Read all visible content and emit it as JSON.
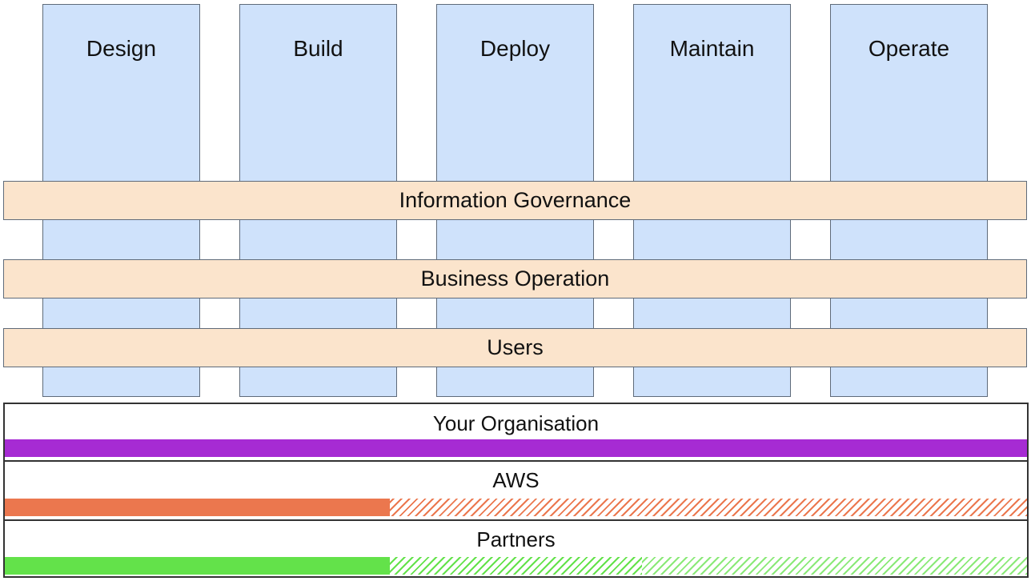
{
  "lifecycle": {
    "stages": [
      "Design",
      "Build",
      "Deploy",
      "Maintain",
      "Operate"
    ]
  },
  "layers": {
    "items": [
      "Information Governance",
      "Business Operation",
      "Users"
    ]
  },
  "responsibility": {
    "rows": [
      {
        "label": "Your Organisation",
        "color": "#a62bd3",
        "segments": [
          {
            "from": 0,
            "to": 1,
            "fill": "solid"
          }
        ]
      },
      {
        "label": "AWS",
        "color": "#eb774e",
        "segments": [
          {
            "from": 0,
            "to": 0.377,
            "fill": "solid"
          },
          {
            "from": 0.377,
            "to": 1,
            "fill": "hatched-dense"
          }
        ]
      },
      {
        "label": "Partners",
        "color": "#63e24a",
        "segments": [
          {
            "from": 0,
            "to": 0.377,
            "fill": "solid"
          },
          {
            "from": 0.377,
            "to": 0.623,
            "fill": "hatched-dense"
          },
          {
            "from": 0.623,
            "to": 1,
            "fill": "hatched-light"
          }
        ]
      }
    ]
  }
}
